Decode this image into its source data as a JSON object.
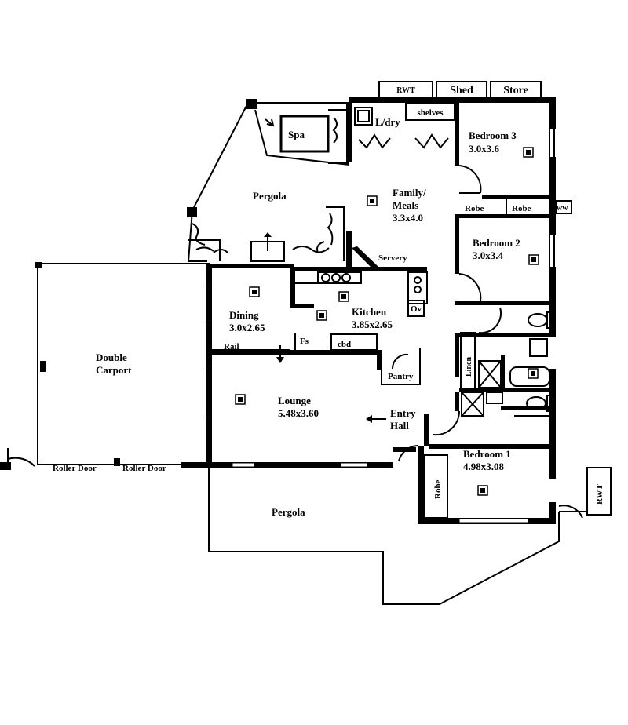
{
  "labels": {
    "rwt_top": "RWT",
    "shed": "Shed",
    "store": "Store",
    "shelves": "shelves",
    "laundry": "L/dry",
    "spa": "Spa",
    "bedroom3_name": "Bedroom 3",
    "bedroom3_size": "3.0x3.6",
    "pergola_top": "Pergola",
    "family_line1": "Family/",
    "family_line2": "Meals",
    "family_size": "3.3x4.0",
    "robe_1": "Robe",
    "robe_2": "Robe",
    "ww": "ww",
    "bedroom2_name": "Bedroom 2",
    "bedroom2_size": "3.0x3.4",
    "servery": "Servery",
    "oven": "Ov",
    "dining_name": "Dining",
    "dining_size": "3.0x2.65",
    "kitchen_name": "Kitchen",
    "kitchen_size": "3.85x2.65",
    "double": "Double",
    "carport": "Carport",
    "rail": "Rail",
    "fs": "Fs",
    "cbd": "cbd",
    "pantry": "Pantry",
    "linen": "Linen",
    "lounge_name": "Lounge",
    "lounge_size": "5.48x3.60",
    "entry": "Entry",
    "hall": "Hall",
    "bedroom1_name": "Bedroom 1",
    "bedroom1_size": "4.98x3.08",
    "robe_3": "Robe",
    "rwt_side": "RWT",
    "roller_door_1": "Roller Door",
    "roller_door_2": "Roller Door",
    "pergola_bottom": "Pergola"
  }
}
